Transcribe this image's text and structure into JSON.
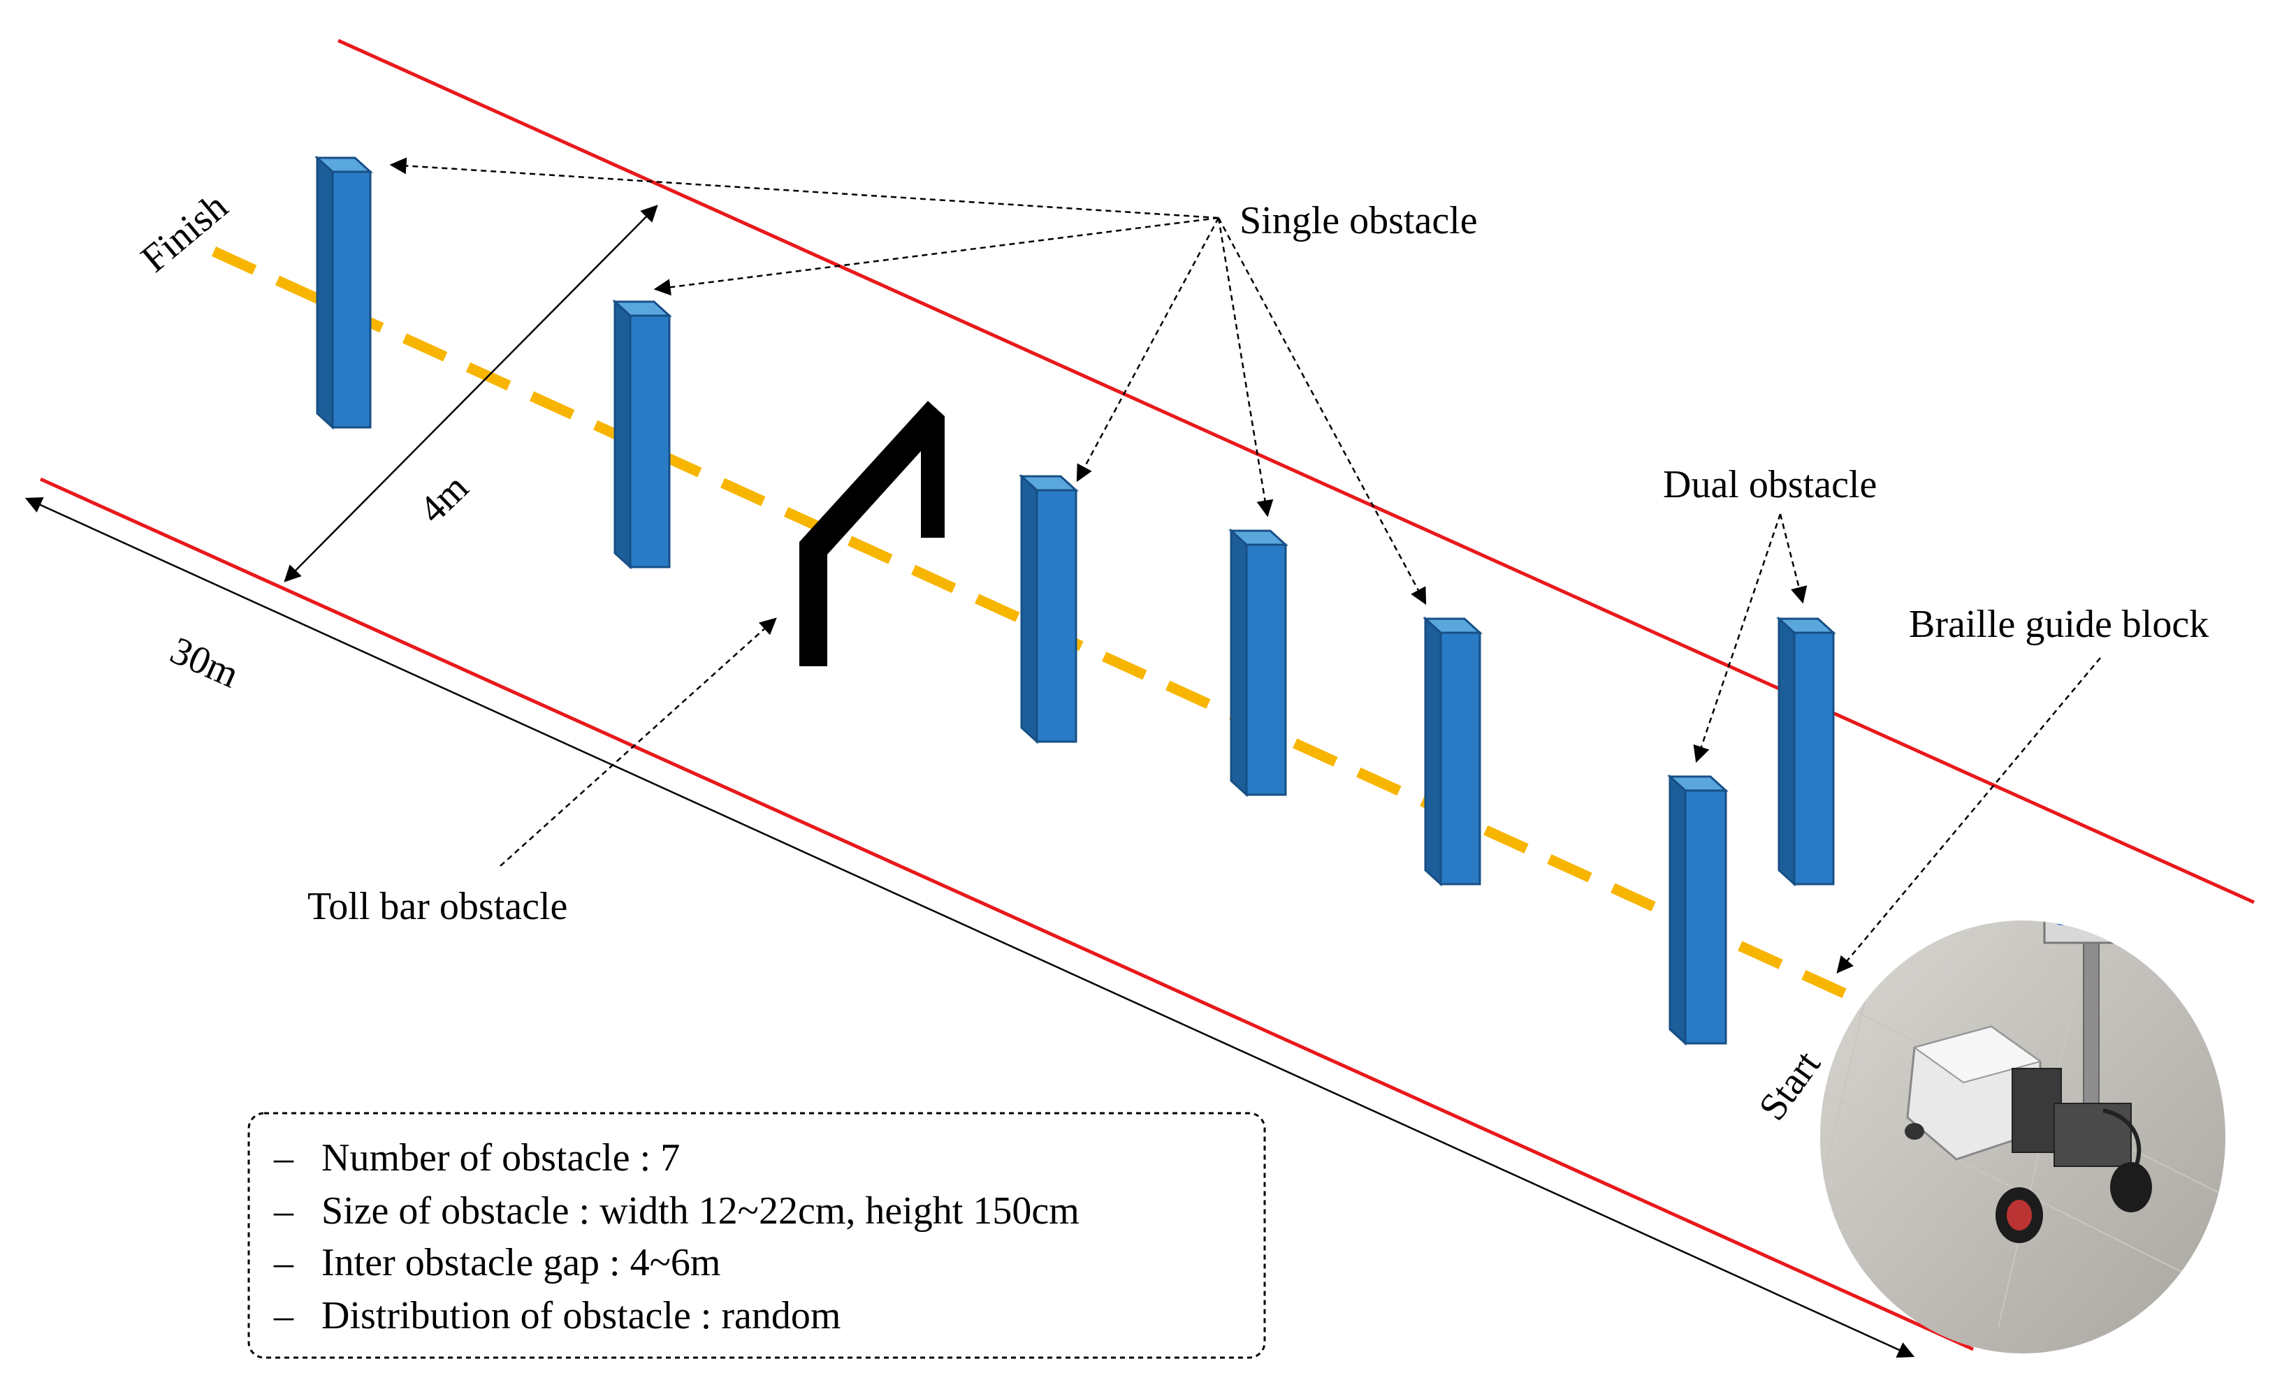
{
  "labels": {
    "finish": "Finish",
    "start": "Start",
    "width": "4m",
    "length": "30m",
    "single_obstacle": "Single  obstacle",
    "dual_obstacle": "Dual  obstacle",
    "braille_guide_block": "Braille guide block",
    "toll_bar_obstacle": "Toll bar obstacle"
  },
  "notes": {
    "dash": "–",
    "items": [
      "Number of obstacle : 7",
      "Size of obstacle : width 12~22cm, height 150cm",
      "Inter obstacle gap : 4~6m",
      "Distribution of obstacle : random"
    ]
  },
  "colors": {
    "boundary": "#e8191c",
    "guide_block": "#f7b500",
    "obstacle_front": "#2a7bc5",
    "obstacle_side": "#1c5e99",
    "obstacle_top": "#5aa7de",
    "obstacle_stroke": "#174f85",
    "toll_bar": "#000000",
    "ellipse_bg": "#bdbab4"
  },
  "icons": {
    "robot": "guide-robot-photo",
    "arrow": "arrowhead-icon"
  }
}
